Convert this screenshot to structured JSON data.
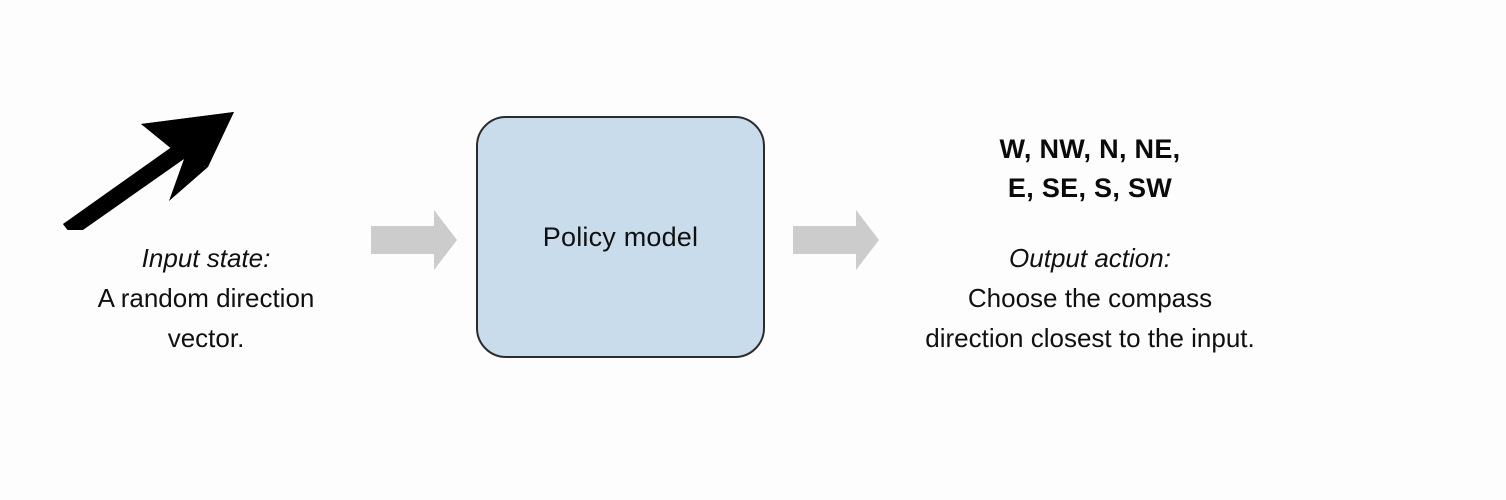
{
  "diagram": {
    "background_color": "#fdfdfd",
    "input": {
      "arrow_icon": "diagonal-direction-vector-arrow",
      "arrow_color": "#000000",
      "title": "Input state:",
      "body_line_1": "A random direction",
      "body_line_2": "vector."
    },
    "connector_1": {
      "icon": "right-block-arrow",
      "color": "#cccccc"
    },
    "policy": {
      "label": "Policy model",
      "fill_color": "#c9dcec",
      "border_color": "#2b2b2b"
    },
    "connector_2": {
      "icon": "right-block-arrow",
      "color": "#cccccc"
    },
    "output": {
      "actions_line_1": "W, NW, N, NE,",
      "actions_line_2": "E, SE, S, SW",
      "title": "Output action:",
      "body_line_1": "Choose the compass",
      "body_line_2": "direction closest to the input."
    }
  }
}
